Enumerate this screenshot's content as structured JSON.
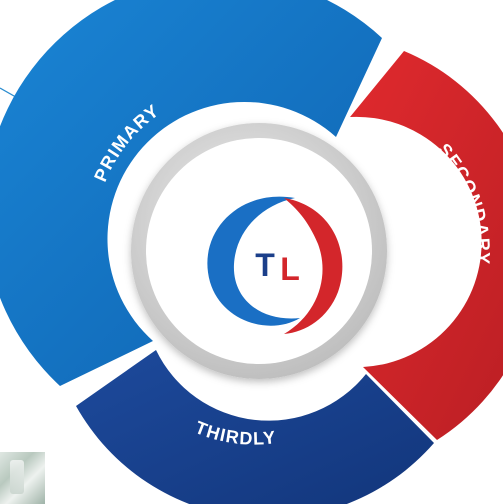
{
  "diagram": {
    "segments": [
      {
        "id": "primary",
        "label": "PRIMARY",
        "color": "#1279c8"
      },
      {
        "id": "secondary",
        "label": "SECONDARY",
        "color": "#d3262b"
      },
      {
        "id": "thirdly",
        "label": "THIRDLY",
        "color": "#173f8e"
      }
    ],
    "logo": {
      "text_left": "T",
      "text_right": "L",
      "colors": {
        "blue": "#1a6fc4",
        "red": "#d3262b",
        "navy": "#1b3f8a"
      }
    },
    "ring_color": "#c9c9c9",
    "line_color": "#2a8ccf"
  }
}
